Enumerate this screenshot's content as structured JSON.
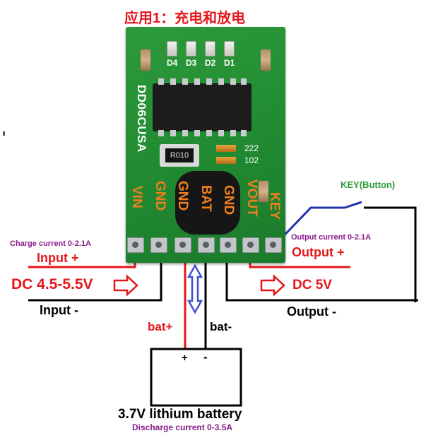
{
  "title": "应用1：充电和放电",
  "board": {
    "model": "DD06CUSA",
    "leds": [
      "D4",
      "D3",
      "D2",
      "D1"
    ],
    "resistor_marking": "R010",
    "smd_markings": [
      "222",
      "102"
    ],
    "pins": [
      "VIN",
      "GND",
      "GND",
      "BAT",
      "GND",
      "VOUT",
      "KEY"
    ]
  },
  "labels": {
    "charge_current": "Charge current 0-2.1A",
    "input_plus": "Input +",
    "dc_input": "DC 4.5-5.5V",
    "input_minus": "Input -",
    "key_button": "KEY(Button)",
    "output_current": "Output current 0-2.1A",
    "output_plus": "Output +",
    "dc_output": "DC 5V",
    "output_minus": "Output -",
    "bat_plus": "bat+",
    "bat_minus": "bat-",
    "terminal_plus": "+",
    "terminal_minus": "-",
    "battery": "3.7V lithium battery",
    "discharge_current": "Discharge current  0-3.5A"
  },
  "colors": {
    "board": "#218a31",
    "silkscreen": "#ffffff",
    "pin_label": "#ef7f1f",
    "red_wire": "#e3171c",
    "black_wire": "#000000",
    "blue_wire": "#2232a8",
    "arrow_blue": "#3f4fcf",
    "purple_text": "#8a1a8a"
  }
}
